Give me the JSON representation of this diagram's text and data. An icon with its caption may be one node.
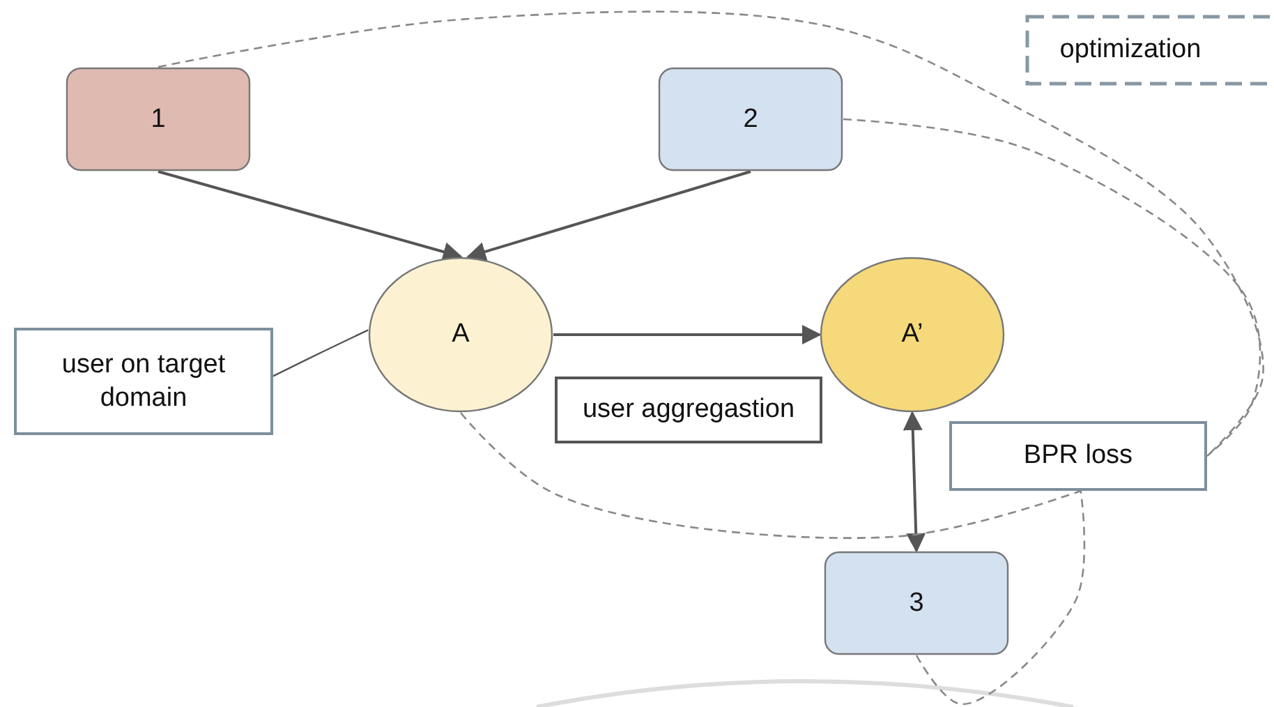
{
  "diagram": {
    "nodes": [
      {
        "text": [
          "1"
        ]
      },
      {
        "text": [
          "2"
        ]
      },
      {
        "text": [
          "optimization"
        ]
      },
      {
        "text": [
          "A"
        ]
      },
      {
        "text": [
          "A’"
        ]
      },
      {
        "text": [
          "user on target domain"
        ]
      },
      {
        "text": [
          "user aggregastion"
        ]
      },
      {
        "text": [
          "BPR loss"
        ]
      },
      {
        "text": [
          "3"
        ]
      }
    ],
    "edges": [
      {
        "from": 0,
        "to": 3,
        "arrow": "to"
      },
      {
        "from": 1,
        "to": 3,
        "arrow": "to"
      },
      {
        "from": 3,
        "to": 4,
        "arrow": "to"
      },
      {
        "from": 4,
        "to": 8,
        "arrow": "both"
      },
      {
        "from": 5,
        "to": 3,
        "arrow": "none"
      },
      {
        "from": 0,
        "to": 7,
        "arrow": "none",
        "style": "dashed"
      },
      {
        "from": 1,
        "to": 7,
        "arrow": "none",
        "style": "dashed"
      },
      {
        "from": 3,
        "to": 7,
        "arrow": "none",
        "style": "dashed"
      },
      {
        "from": 8,
        "to": 7,
        "arrow": "none",
        "style": "dashed"
      }
    ]
  }
}
